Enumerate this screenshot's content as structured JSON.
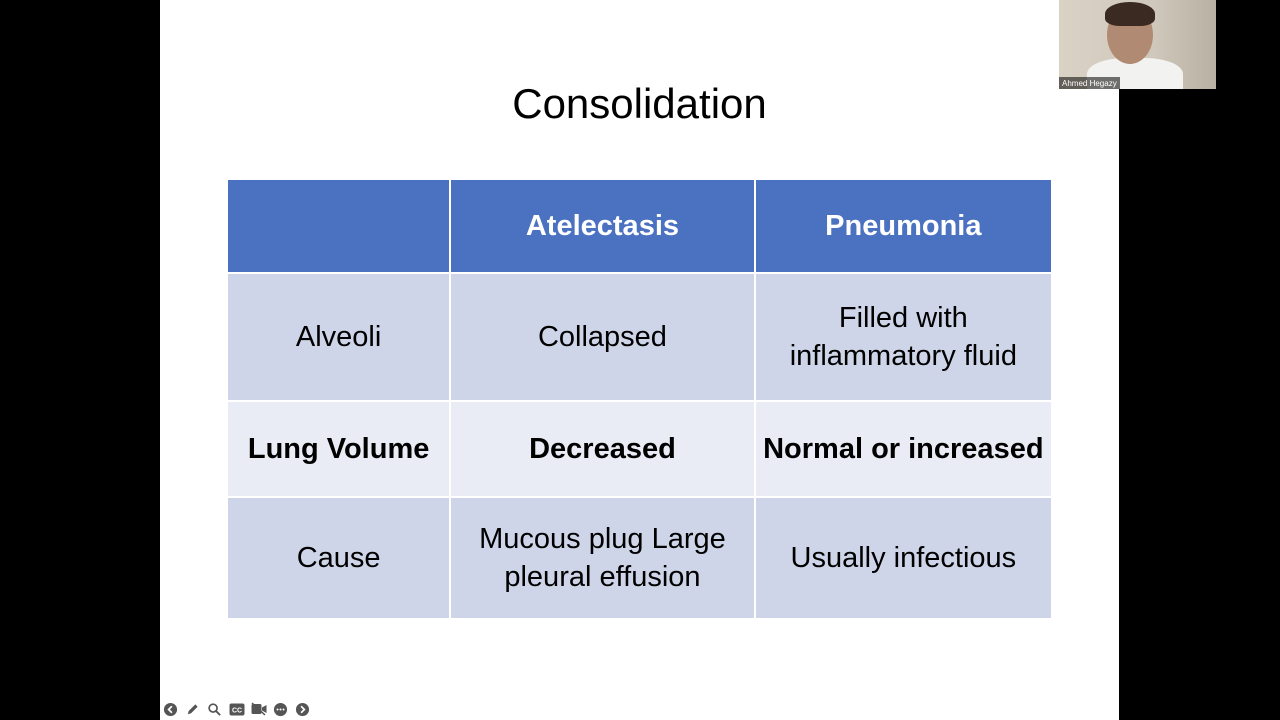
{
  "slide": {
    "title": "Consolidation",
    "table": {
      "headers": [
        "",
        "Atelectasis",
        "Pneumonia"
      ],
      "rows": [
        [
          "Alveoli",
          "Collapsed",
          "Filled with inflammatory fluid"
        ],
        [
          "Lung Volume",
          "Decreased",
          "Normal or increased"
        ],
        [
          "Cause",
          "Mucous plug Large pleural effusion",
          "Usually infectious"
        ]
      ]
    }
  },
  "webcam": {
    "participant_name": "Ahmed Hegazy"
  },
  "toolbar": {
    "icons": [
      "previous-icon",
      "pen-icon",
      "zoom-icon",
      "captions-icon",
      "video-icon",
      "more-icon",
      "next-icon"
    ],
    "captions_label": "CC"
  },
  "colors": {
    "header_blue": "#4a72c0",
    "row_dark": "#cfd5e8",
    "row_light": "#e9ecf4"
  }
}
